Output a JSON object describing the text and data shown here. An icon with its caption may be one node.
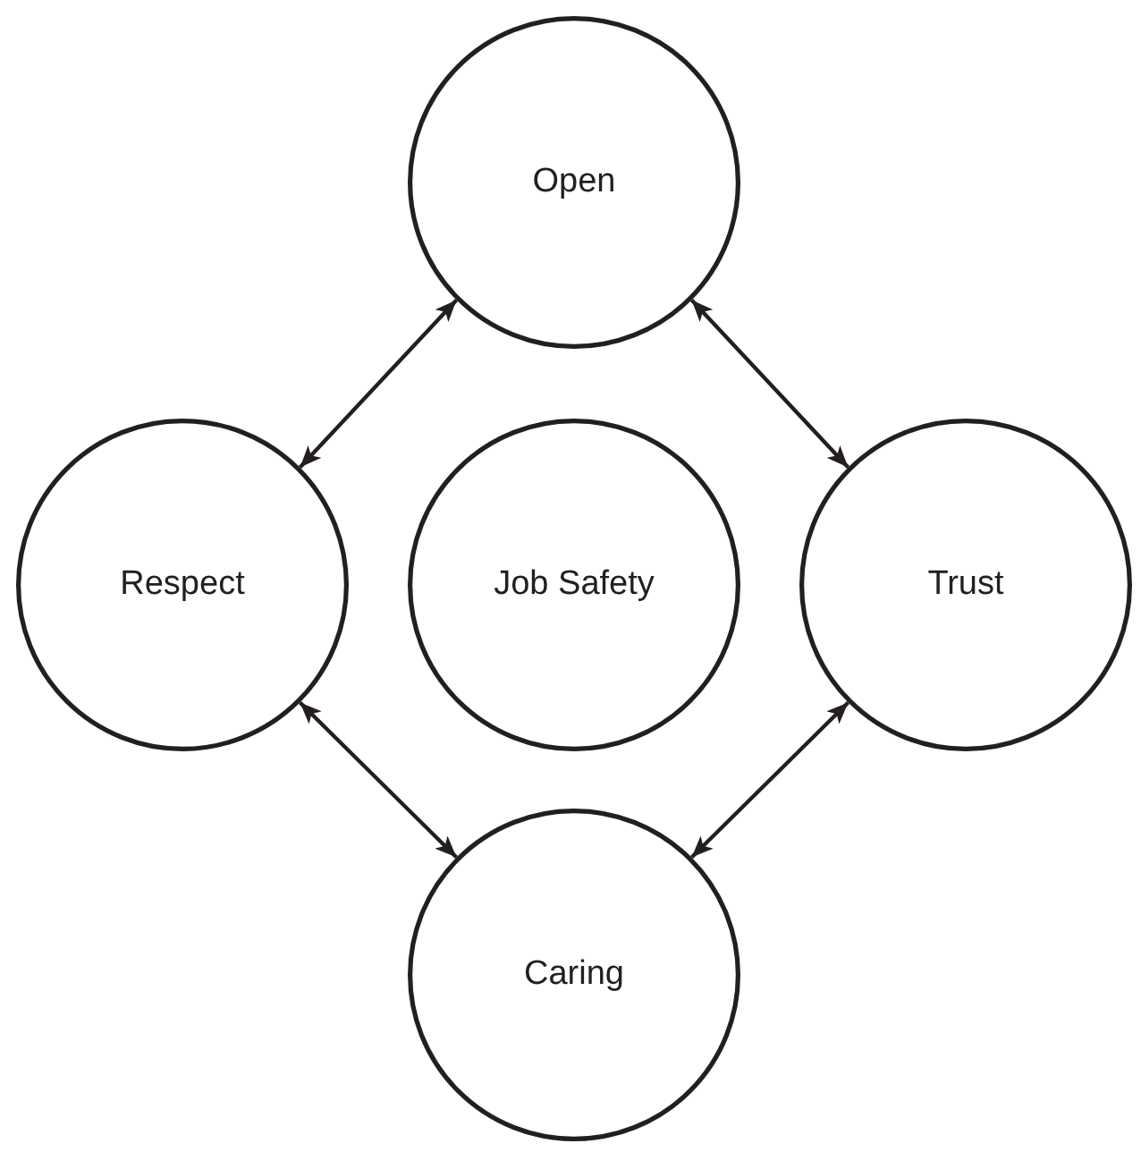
{
  "diagram": {
    "nodes": [
      {
        "text": [
          "Open"
        ]
      },
      {
        "text": [
          "Respect"
        ]
      },
      {
        "text": [
          "Job Safety"
        ]
      },
      {
        "text": [
          "Trust"
        ]
      },
      {
        "text": [
          "Caring"
        ]
      }
    ],
    "edges": [
      {
        "from": 0,
        "to": 1,
        "arrow": "both"
      },
      {
        "from": 0,
        "to": 3,
        "arrow": "both"
      },
      {
        "from": 1,
        "to": 4,
        "arrow": "both"
      },
      {
        "from": 3,
        "to": 4,
        "arrow": "both"
      }
    ]
  }
}
